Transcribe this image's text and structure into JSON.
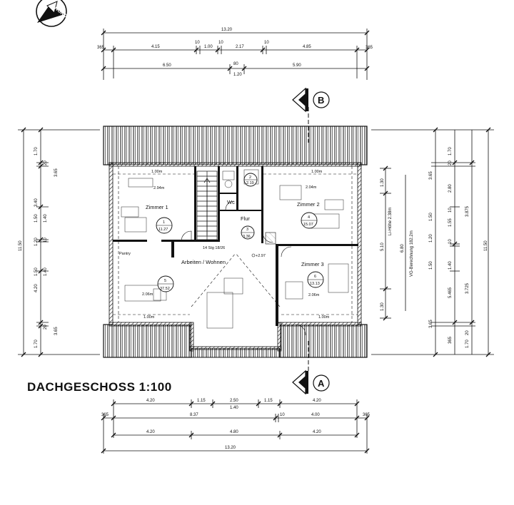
{
  "north_label": "NORD",
  "sheet_title": "DACHGESCHOSS 1:100",
  "sections": {
    "a": "A",
    "b": "B"
  },
  "dims_top": {
    "overall": "13.20",
    "row2": [
      "365",
      "4.15",
      "10",
      "1.00",
      "10",
      "2.17",
      "10",
      "4.85",
      "365"
    ],
    "row3": [
      "6.50",
      "80",
      "1.20",
      "5.90"
    ]
  },
  "dims_bottom": {
    "row1": [
      "4.20",
      "1.15",
      "2.50",
      "1.40",
      "1.15",
      "4.20"
    ],
    "row2": [
      "365",
      "8.37",
      "10",
      "4.00",
      "365"
    ],
    "row3": [
      "4.20",
      "4.80",
      "4.20"
    ],
    "overall": "13.20"
  },
  "dims_left": {
    "chain": [
      "1.70",
      "20",
      "3.65",
      "3.40",
      "10",
      "1.50",
      "1.40",
      "1.20",
      "1.50",
      "1.40",
      "4.20",
      "20",
      "3.65",
      "1.70"
    ],
    "overall": "11.50"
  },
  "dims_right": {
    "chain": [
      "1.70",
      "20",
      "3.65",
      "2.80",
      "10",
      "1.55",
      "1.50",
      "3.875",
      "1.20",
      "10",
      "1.50",
      "1.40",
      "5.465",
      "3.725",
      "3.65",
      "365",
      "1.70",
      "20"
    ],
    "overall": "11.50",
    "notes": [
      "1.30",
      "5.10",
      "1.30",
      "Li-Höhe 2.38m",
      "6.80",
      "VG-Berechnung 182.2m"
    ]
  },
  "rooms": [
    {
      "name": "Zimmer 1",
      "no": "1",
      "area": "11.27",
      "lw": "2.94m",
      "top": "1.00m"
    },
    {
      "name": "Wc",
      "no": "2",
      "area": "2.19",
      "lw": ""
    },
    {
      "name": "Flur",
      "no": "3",
      "area": "3.36",
      "lw": ""
    },
    {
      "name": "Zimmer 2",
      "no": "4",
      "area": "15.07",
      "lw": "2.04m",
      "top": "1.00m"
    },
    {
      "name": "Arbeiten / Wohnen",
      "no": "5",
      "area": "37.52",
      "lw": "2.06m",
      "bottom": "1.00m"
    },
    {
      "name": "Zimmer 3",
      "no": "6",
      "area": "13.13",
      "lw": "2.06m",
      "bottom": "1.00m"
    }
  ],
  "misc": {
    "pantry": "Pantry",
    "stair": "14 Stg 18/26",
    "level": "+2.97"
  }
}
